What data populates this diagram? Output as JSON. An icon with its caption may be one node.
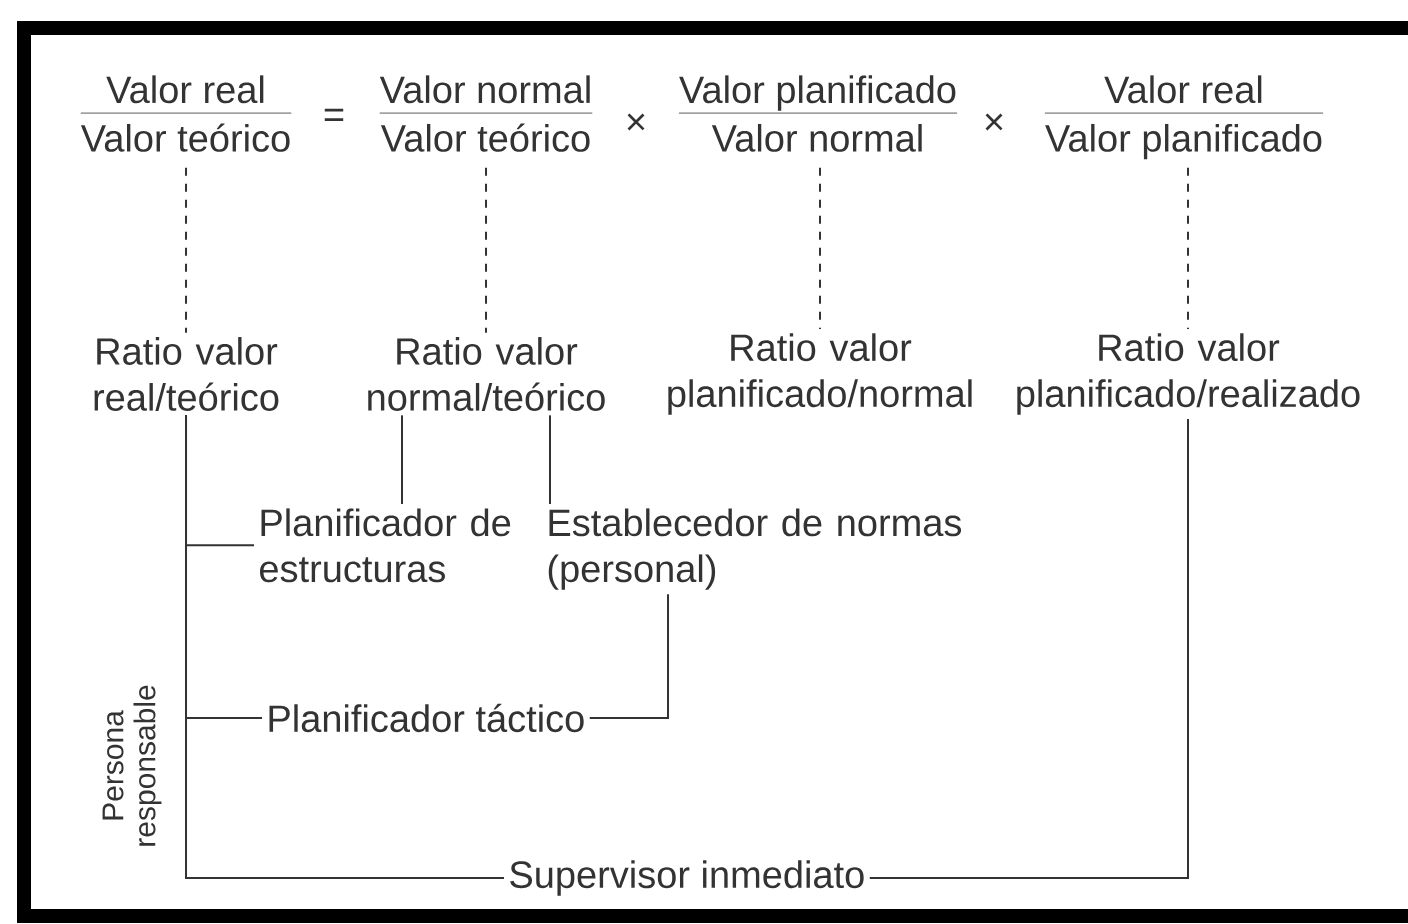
{
  "diagram": {
    "nodes": [
      {
        "text": [
          "Valor real",
          "Valor teórico"
        ]
      },
      {
        "text": [
          "Valor normal",
          "Valor teórico"
        ]
      },
      {
        "text": [
          "Valor planificado",
          "Valor normal"
        ]
      },
      {
        "text": [
          "Valor real",
          "Valor planificado"
        ]
      },
      {
        "text": [
          "Ratio valor real/teórico"
        ]
      },
      {
        "text": [
          "Ratio valor normal/teórico"
        ]
      },
      {
        "text": [
          "Ratio valor planificado/normal"
        ]
      },
      {
        "text": [
          "Ratio valor planificado/realizado"
        ]
      },
      {
        "text": [
          "Planificador de estructuras"
        ]
      },
      {
        "text": [
          "Establecedor de normas (personal)"
        ]
      },
      {
        "text": [
          "Planificador táctico"
        ]
      },
      {
        "text": [
          "Supervisor inmediato"
        ]
      }
    ],
    "edges": [
      {
        "from": 0,
        "to": 4,
        "arrow": "none",
        "style": "dashed"
      },
      {
        "from": 1,
        "to": 5,
        "arrow": "none",
        "style": "dashed"
      },
      {
        "from": 2,
        "to": 6,
        "arrow": "none",
        "style": "dashed"
      },
      {
        "from": 3,
        "to": 7,
        "arrow": "none",
        "style": "dashed"
      },
      {
        "from": 4,
        "to": 8,
        "arrow": "none"
      },
      {
        "from": 4,
        "to": 10,
        "arrow": "none"
      },
      {
        "from": 4,
        "to": 11,
        "arrow": "none"
      },
      {
        "from": 5,
        "to": 8,
        "arrow": "none"
      },
      {
        "from": 5,
        "to": 9,
        "arrow": "none"
      },
      {
        "from": 9,
        "to": 10,
        "arrow": "none"
      },
      {
        "from": 7,
        "to": 11,
        "arrow": "none"
      }
    ],
    "labels": [
      "=",
      "×",
      "×",
      "Persona responsable"
    ]
  }
}
